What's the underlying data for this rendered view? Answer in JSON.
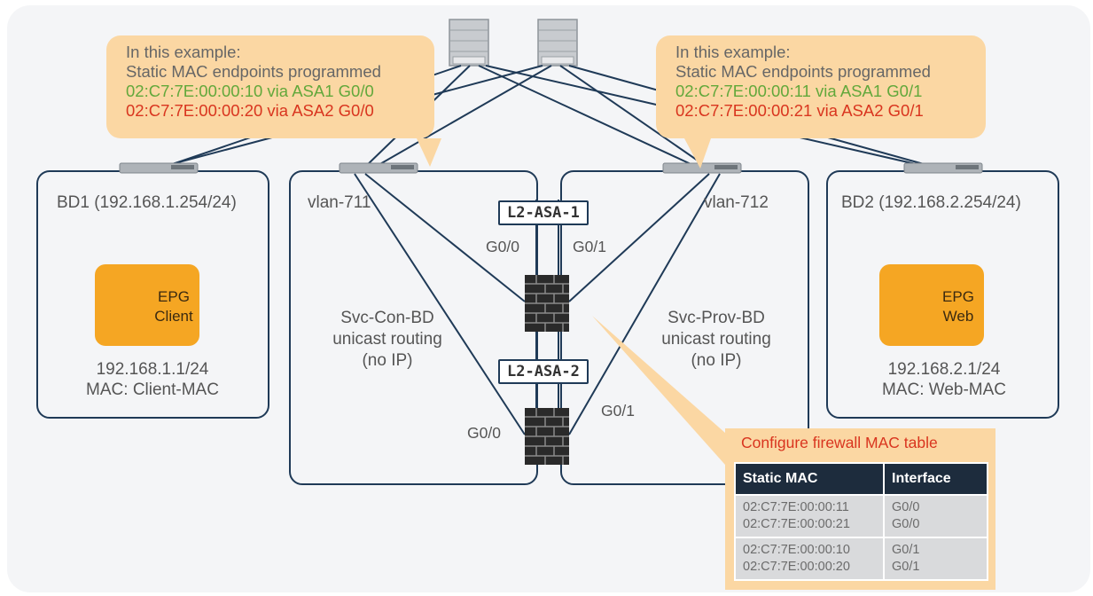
{
  "callouts": [
    {
      "line1": "In this example:",
      "line2": "Static MAC endpoints programmed",
      "green": "02:C7:7E:00:00:10 via ASA1 G0/0",
      "red": "02:C7:7E:00:00:20 via ASA2 G0/0"
    },
    {
      "line1": "In this example:",
      "line2": "Static MAC endpoints programmed",
      "green": "02:C7:7E:00:00:11 via ASA1 G0/1",
      "red": "02:C7:7E:00:00:21 via ASA2 G0/1"
    }
  ],
  "bd1": {
    "title": "BD1 (192.168.1.254/24)",
    "epg_line1": "EPG",
    "epg_line2": "Client",
    "ip": "192.168.1.1/24",
    "mac": "MAC: Client-MAC"
  },
  "bd2": {
    "title": "BD2 (192.168.2.254/24)",
    "epg_line1": "EPG",
    "epg_line2": "Web",
    "ip": "192.168.2.1/24",
    "mac": "MAC: Web-MAC"
  },
  "svc_con": {
    "vlan": "vlan-711",
    "line1": "Svc-Con-BD",
    "line2": "unicast routing",
    "line3": "(no IP)"
  },
  "svc_prov": {
    "vlan": "vlan-712",
    "line1": "Svc-Prov-BD",
    "line2": "unicast routing",
    "line3": "(no IP)"
  },
  "asa1": {
    "name": "L2-ASA-1",
    "left_if": "G0/0",
    "right_if": "G0/1"
  },
  "asa2": {
    "name": "L2-ASA-2",
    "left_if": "G0/0",
    "right_if": "G0/1"
  },
  "mac_table": {
    "title": "Configure firewall MAC table",
    "headers": [
      "Static MAC",
      "Interface"
    ],
    "groups": [
      {
        "macs": [
          "02:C7:7E:00:00:11",
          "02:C7:7E:00:00:21"
        ],
        "ifs": [
          "G0/0",
          "G0/0"
        ]
      },
      {
        "macs": [
          "02:C7:7E:00:00:10",
          "02:C7:7E:00:00:20"
        ],
        "ifs": [
          "G0/1",
          "G0/1"
        ]
      }
    ]
  },
  "colors": {
    "callout": "#fbd7a3",
    "green": "#62a83b",
    "red": "#d9351f",
    "epg": "#f5a623",
    "navy": "#1f3a57",
    "table_header": "#1d2c3d"
  }
}
